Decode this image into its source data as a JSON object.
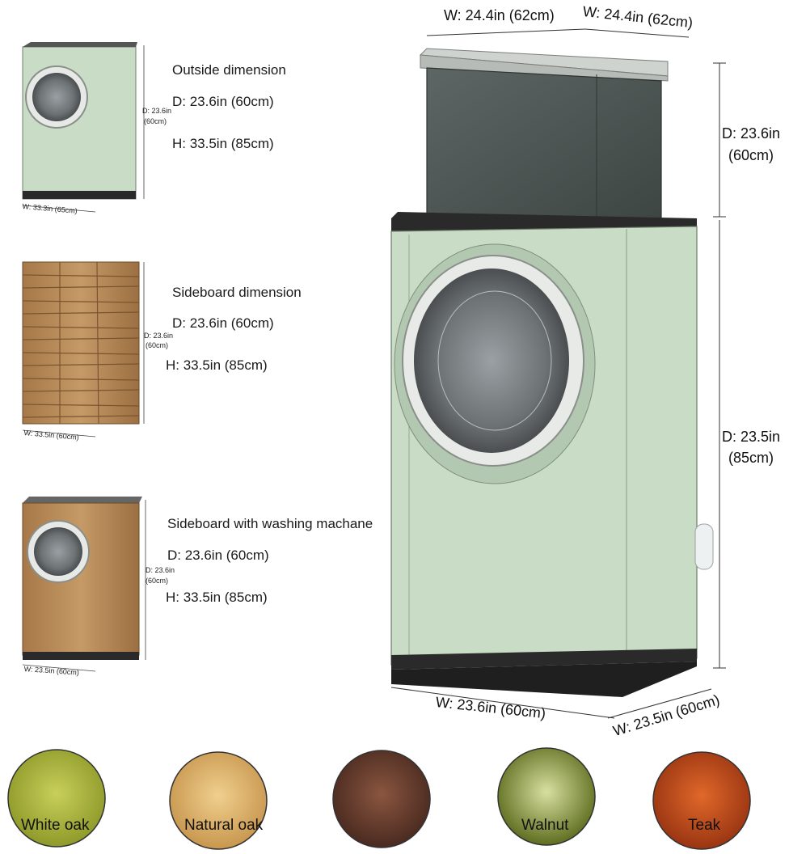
{
  "section1": {
    "title": "Outside dimension",
    "depth": "D: 23.6in (60cm)",
    "height": "H: 33.5in (85cm)",
    "side_label_a": "D: 23.6in",
    "side_label_b": "(60cm)",
    "width_label": "W: 33.3in (65cm)"
  },
  "section2": {
    "title": "Sideboard dimension",
    "depth": "D: 23.6in (60cm)",
    "height": "H: 33.5in (85cm)",
    "side_label_a": "D: 23.6in",
    "side_label_b": "(60cm)",
    "width_label": "W: 33.5in (60cm)"
  },
  "section3": {
    "title": "Sideboard with washing machane",
    "depth": "D: 23.6in (60cm)",
    "height": "H: 33.5in (85cm)",
    "side_label_a": "D: 23.6in",
    "side_label_b": "(60cm)",
    "width_label": "W: 23.5in (60cm)"
  },
  "main": {
    "top_width_1": "W: 24.4in (62cm)",
    "top_width_2": "W: 24.4in (62cm)",
    "upper_depth_a": "D: 23.6in",
    "upper_depth_b": "(60cm)",
    "lower_depth_a": "D: 23.5in",
    "lower_depth_b": "(85cm)",
    "bottom_width": "W: 23.6in (60cm)",
    "bottom_depth": "W: 23.5in (60cm)"
  },
  "swatches": [
    {
      "label": "White oak",
      "color": "#b9c24a"
    },
    {
      "label": "Natural oak",
      "color": "#e2b872"
    },
    {
      "label": "",
      "color": "#6e4030"
    },
    {
      "label": "Walnut",
      "color": "#8a9a3a"
    },
    {
      "label": "Teak",
      "color": "#c9501e"
    }
  ],
  "colors": {
    "machine_green": "#c9dcc6",
    "wood": "#b48a58",
    "dark": "#2a2a2a"
  }
}
